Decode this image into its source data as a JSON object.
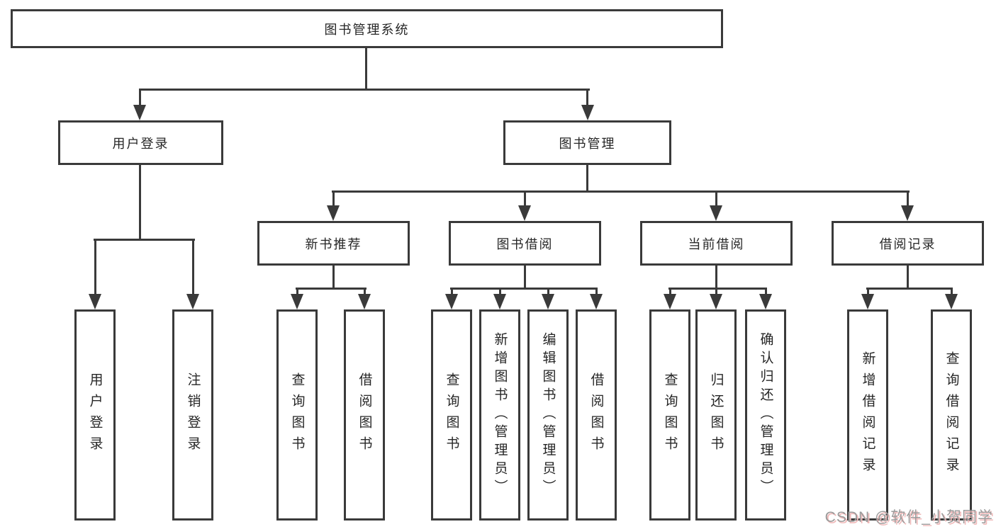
{
  "diagram": {
    "root": "图书管理系统",
    "level2": [
      "用户登录",
      "图书管理"
    ],
    "level3": [
      "新书推荐",
      "图书借阅",
      "当前借阅",
      "借阅记录"
    ],
    "leaves": {
      "user_login": [
        "用户登录",
        "注销登录"
      ],
      "new_book_recommend": [
        "查询图书",
        "借阅图书"
      ],
      "book_borrow": [
        "查询图书",
        "新增图书（管理员）",
        "编辑图书（管理员）",
        "借阅图书"
      ],
      "current_borrow": [
        "查询图书",
        "归还图书",
        "确认归还（管理员）"
      ],
      "borrow_record": [
        "新增借阅记录",
        "查询借阅记录"
      ]
    },
    "colors": {
      "line": "#3a3a3a",
      "text": "#262626",
      "box_bg": "#ffffff"
    }
  },
  "watermark": {
    "text": "CSDN @软件_小贺同学",
    "color": "#9b9b9b",
    "shadow_color": "#f0b9b9"
  }
}
